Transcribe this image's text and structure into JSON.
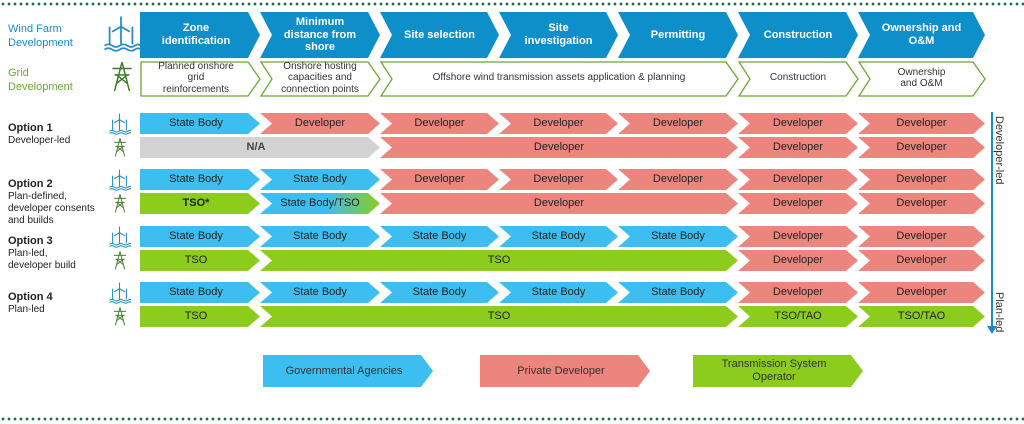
{
  "colors": {
    "blue": "#0f8fca",
    "state": "#3cbef0",
    "dev": "#ec857e",
    "green": "#8ccc1d",
    "gray": "#d3d3d3",
    "greenLine": "#6aa832",
    "header_blue": "#1a8ac9"
  },
  "legend": {
    "title_wind": "Wind Farm\nDevelopment",
    "title_grid": "Grid\nDevelopment"
  },
  "phases": [
    "Zone\nidentification",
    "Minimum\ndistance from\nshore",
    "Site selection",
    "Site\ninvestigation",
    "Permitting",
    "Construction",
    "Ownership and\nO&M"
  ],
  "grid_row": [
    "Planned onshore\ngrid\nreinforcements",
    "Onshore hosting\ncapacities and\nconnection points",
    "Offshore wind transmission assets application & planning",
    "Construction",
    "Ownership\nand O&M"
  ],
  "options": [
    {
      "title": "Option 1",
      "sub": "Developer-led",
      "wind": [
        "State Body",
        "Developer",
        "Developer",
        "Developer",
        "Developer",
        "Developer",
        "Developer"
      ],
      "grid": [
        "N/A",
        "Developer",
        "Developer",
        "Developer"
      ]
    },
    {
      "title": "Option 2",
      "sub": "Plan-defined,\ndeveloper consents\nand builds",
      "wind": [
        "State Body",
        "State Body",
        "Developer",
        "Developer",
        "Developer",
        "Developer",
        "Developer"
      ],
      "grid": [
        "TSO*",
        "State Body/TSO",
        "Developer",
        "Developer",
        "Developer"
      ]
    },
    {
      "title": "Option 3",
      "sub": "Plan-led,\ndeveloper build",
      "wind": [
        "State Body",
        "State Body",
        "State Body",
        "State Body",
        "State Body",
        "Developer",
        "Developer"
      ],
      "grid": [
        "TSO",
        "TSO",
        "Developer",
        "Developer"
      ]
    },
    {
      "title": "Option 4",
      "sub": "Plan-led",
      "wind": [
        "State Body",
        "State Body",
        "State Body",
        "State Body",
        "State Body",
        "Developer",
        "Developer"
      ],
      "grid": [
        "TSO",
        "TSO",
        "TSO/TAO",
        "TSO/TAO"
      ]
    }
  ],
  "side": {
    "top": "Developer-led",
    "bottom": "Plan-led"
  },
  "legend_items": [
    "Governmental Agencies",
    "Private Developer",
    "Transmission System\nOperator"
  ]
}
